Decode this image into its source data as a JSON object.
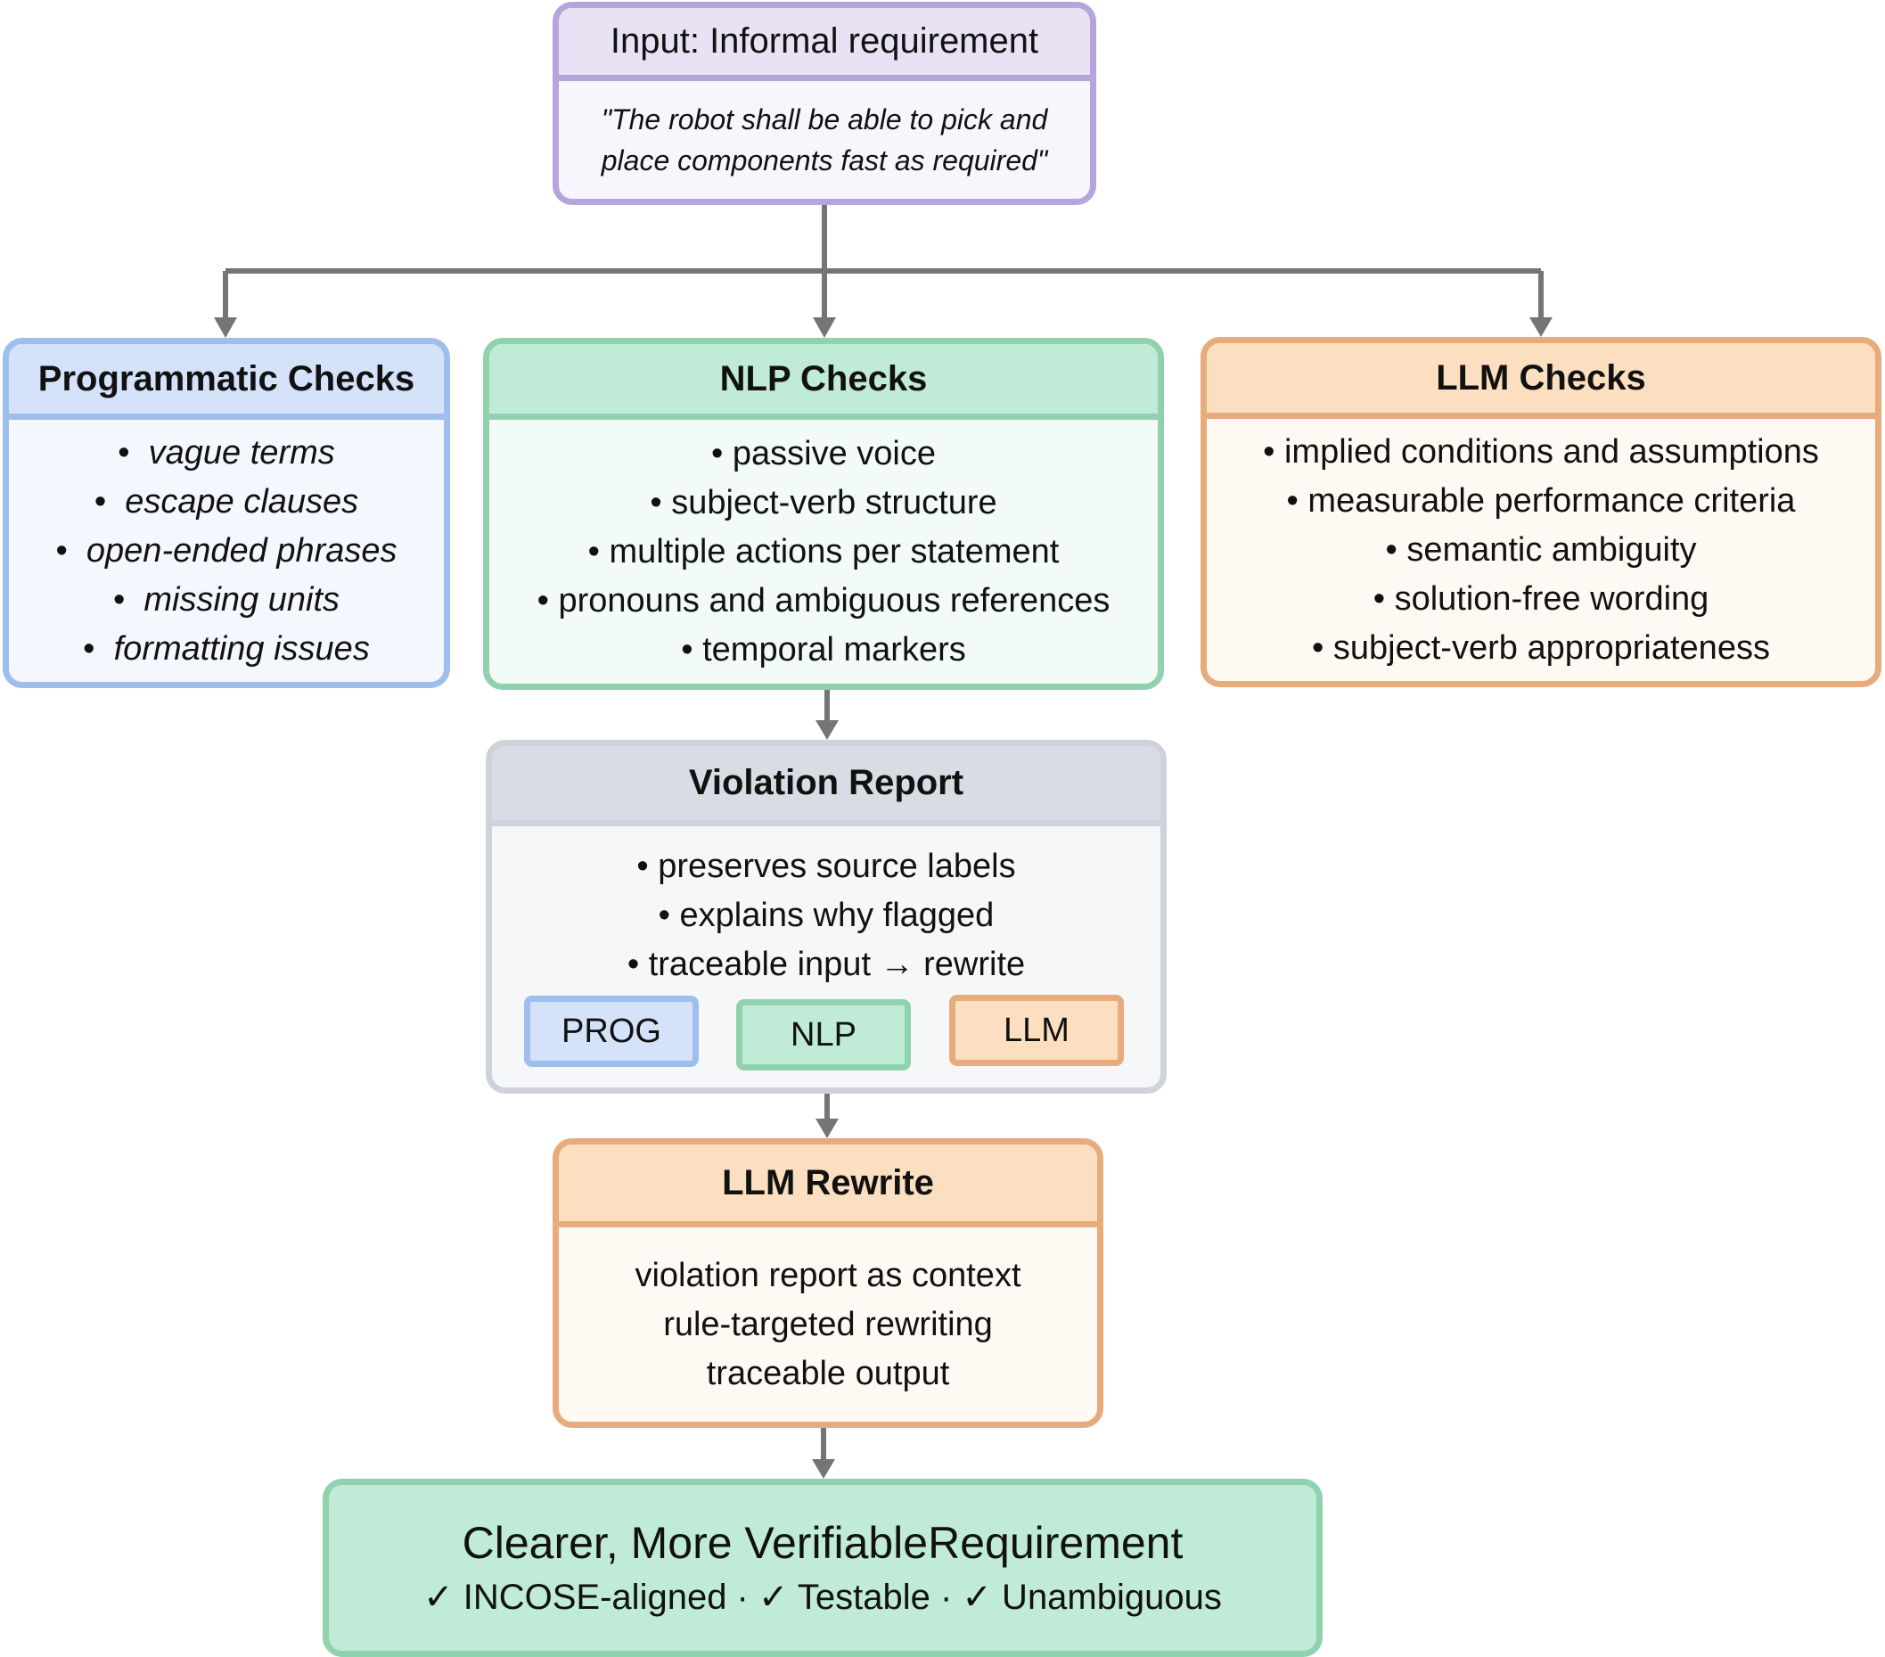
{
  "input": {
    "header": "Input: Informal requirement",
    "quote_line1": "\"The robot shall be able to pick and",
    "quote_line2": "place components fast as required\""
  },
  "programmatic_checks": {
    "title": "Programmatic Checks",
    "items": [
      "vague terms",
      "escape clauses",
      "open-ended phrases",
      "missing units",
      "formatting issues"
    ]
  },
  "nlp_checks": {
    "title": "NLP Checks",
    "items": [
      "passive voice",
      "subject-verb structure",
      "multiple actions per statement",
      "pronouns and ambiguous references",
      "temporal markers"
    ]
  },
  "llm_checks": {
    "title": "LLM Checks",
    "items": [
      "implied conditions and assumptions",
      "measurable performance criteria",
      "semantic ambiguity",
      "solution-free wording",
      "subject-verb appropriateness"
    ]
  },
  "violation_report": {
    "title": "Violation Report",
    "items": [
      "preserves source labels",
      "explains why flagged",
      "traceable input → rewrite"
    ],
    "badges": [
      "PROG",
      "NLP",
      "LLM"
    ]
  },
  "llm_rewrite": {
    "title": "LLM Rewrite",
    "lines": [
      "violation report as context",
      "rule-targeted rewriting",
      "traceable output"
    ]
  },
  "output": {
    "title": "Clearer, More VerifiableRequirement",
    "subtitle": "✓ INCOSE-aligned · ✓ Testable · ✓ Unambiguous"
  },
  "colors": {
    "connector": "#757575",
    "programmatic": "#9ebfee",
    "nlp": "#8fd2ad",
    "llm": "#e8ab7b",
    "input": "#b6a5dc",
    "report": "#ced3db"
  }
}
